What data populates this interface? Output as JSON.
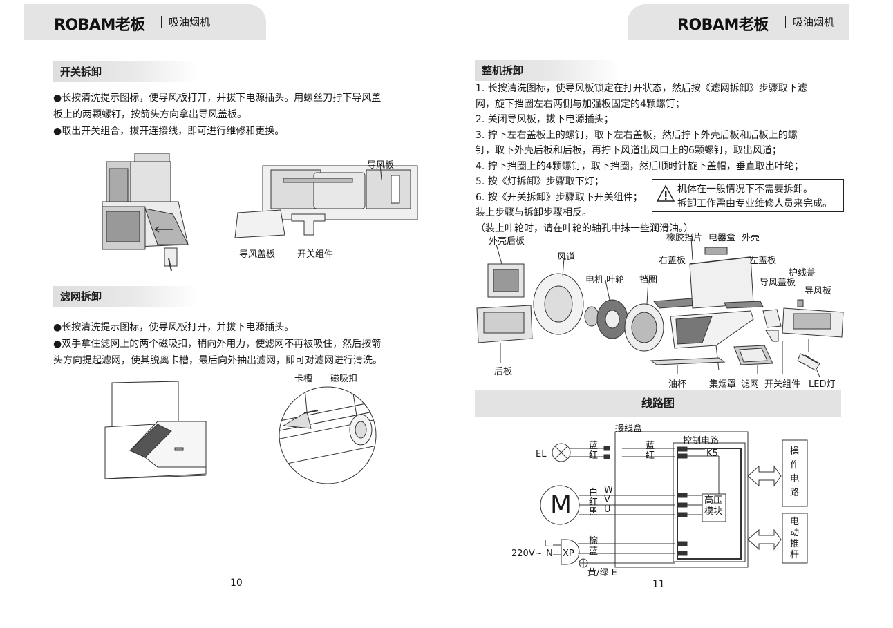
{
  "header_left": {
    "brand": "ROBAM老板",
    "product": "吸油烟机"
  },
  "header_right": {
    "brand": "ROBAM老板",
    "product": "吸油烟机"
  },
  "left_page": {
    "switch_section": {
      "title": "开关拆卸",
      "lines": [
        "●长按清洗提示图标，使导风板打开，并拔下电源插头。用螺丝刀拧下导风盖",
        "板上的两颗螺钉，按箭头方向拿出导风盖板。",
        "●取出开关组合，拔开连接线，即可进行维修和更换。"
      ],
      "labels": {
        "deflector": "导风板",
        "deflector_cover": "导风盖板",
        "switch_assembly": "开关组件"
      }
    },
    "filter_section": {
      "title": "滤网拆卸",
      "lines": [
        "●长按清洗提示图标，使导风板打开，并拔下电源插头。",
        "●双手拿住滤网上的两个磁吸扣，稍向外用力，使滤网不再被吸住，然后按箭",
        "头方向提起滤网，使其脱离卡槽，最后向外抽出滤网，即可对滤网进行清洗。"
      ],
      "labels": {
        "slot": "卡槽",
        "magnet_clip": "磁吸扣"
      }
    },
    "page_number": "10"
  },
  "right_page": {
    "whole_section": {
      "title": "整机拆卸",
      "lines": [
        "1. 长按清洗图标，使导风板锁定在打开状态，然后按《滤网拆卸》步骤取下滤",
        "网，旋下挡圈左右两侧与加强板固定的4颗螺钉；",
        "2. 关闭导风板，拔下电源插头；",
        "3. 拧下左右盖板上的螺钉，取下左右盖板，然后拧下外壳后板和后板上的螺",
        "钉，取下外壳后板和后板，再拧下风道出风口上的6颗螺钉，取出风道；",
        "4. 拧下挡圈上的4颗螺钉，取下挡圈，然后顺时针旋下盖帽，垂直取出叶轮；",
        "5. 按《灯拆卸》步骤取下灯；",
        "6. 按《开关拆卸》步骤取下开关组件；",
        "装上步骤与拆卸步骤相反。",
        "（装上叶轮时，请在叶轮的轴孔中抹一些润滑油。）"
      ],
      "warning": [
        "机体在一般情况下不需要拆卸。",
        "拆卸工作需由专业维修人员来完成。"
      ],
      "parts": {
        "shell_back": "外壳后板",
        "rubber_baffle": "橡胶挡片",
        "electric_box": "电器盒",
        "shell": "外壳",
        "air_duct": "风道",
        "right_cover": "右盖板",
        "left_cover": "左盖板",
        "motor_impeller": "电机 叶轮",
        "retainer": "挡圈",
        "wire_guard": "护线盖",
        "deflector_cover": "导风盖板",
        "deflector": "导风板",
        "back_plate": "后板",
        "oil_cup": "油杯",
        "hood": "集烟罩",
        "filter": "滤网",
        "switch_assembly": "开关组件",
        "led_light": "LED灯"
      }
    },
    "wiring": {
      "title": "线路图",
      "junction_box": "接线盒",
      "control_circuit": "控制电路",
      "el": "EL",
      "motor": "M",
      "k5": "K5",
      "hv_module": [
        "高压",
        "模块"
      ],
      "blue": "蓝",
      "red": "红",
      "white": "白",
      "black": "黑",
      "brown": "棕",
      "w": "W",
      "v": "V",
      "u": "U",
      "l": "L",
      "n": "N",
      "xp": "XP",
      "voltage": "220V~",
      "ground": "黄/绿 E",
      "ops_circuit": [
        "操",
        "作",
        "电",
        "路"
      ],
      "push_rod": [
        "电",
        "动",
        "推",
        "杆"
      ]
    },
    "page_number": "11"
  }
}
